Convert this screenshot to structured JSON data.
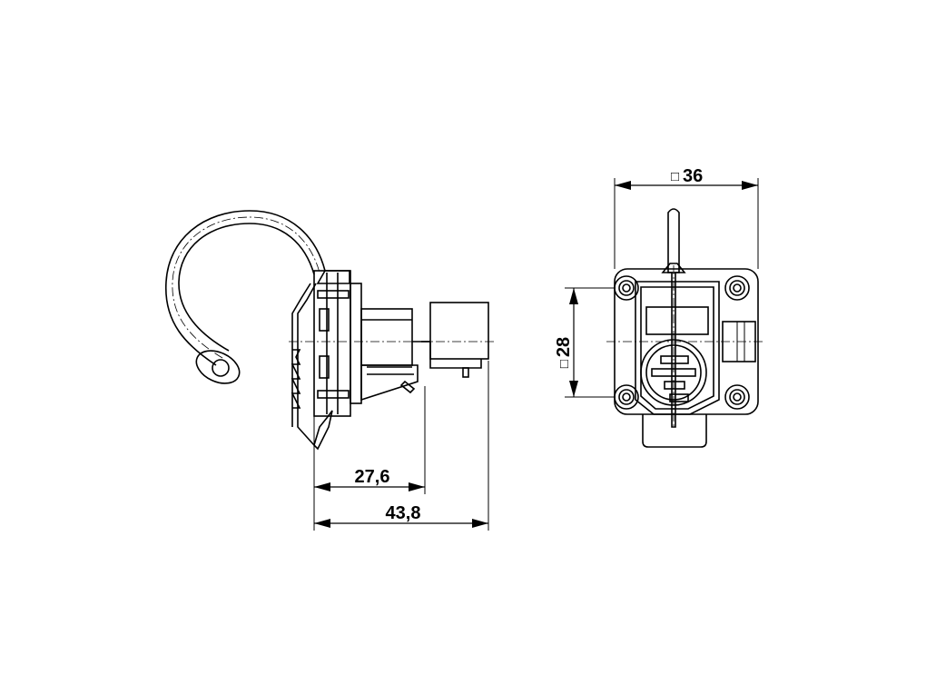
{
  "dimensions": {
    "side_view": {
      "inner_length": "27,6",
      "overall_length": "43,8"
    },
    "front_view": {
      "width_symbol": "□",
      "width": "36",
      "hole_spacing_symbol": "□",
      "hole_spacing": "28"
    }
  }
}
